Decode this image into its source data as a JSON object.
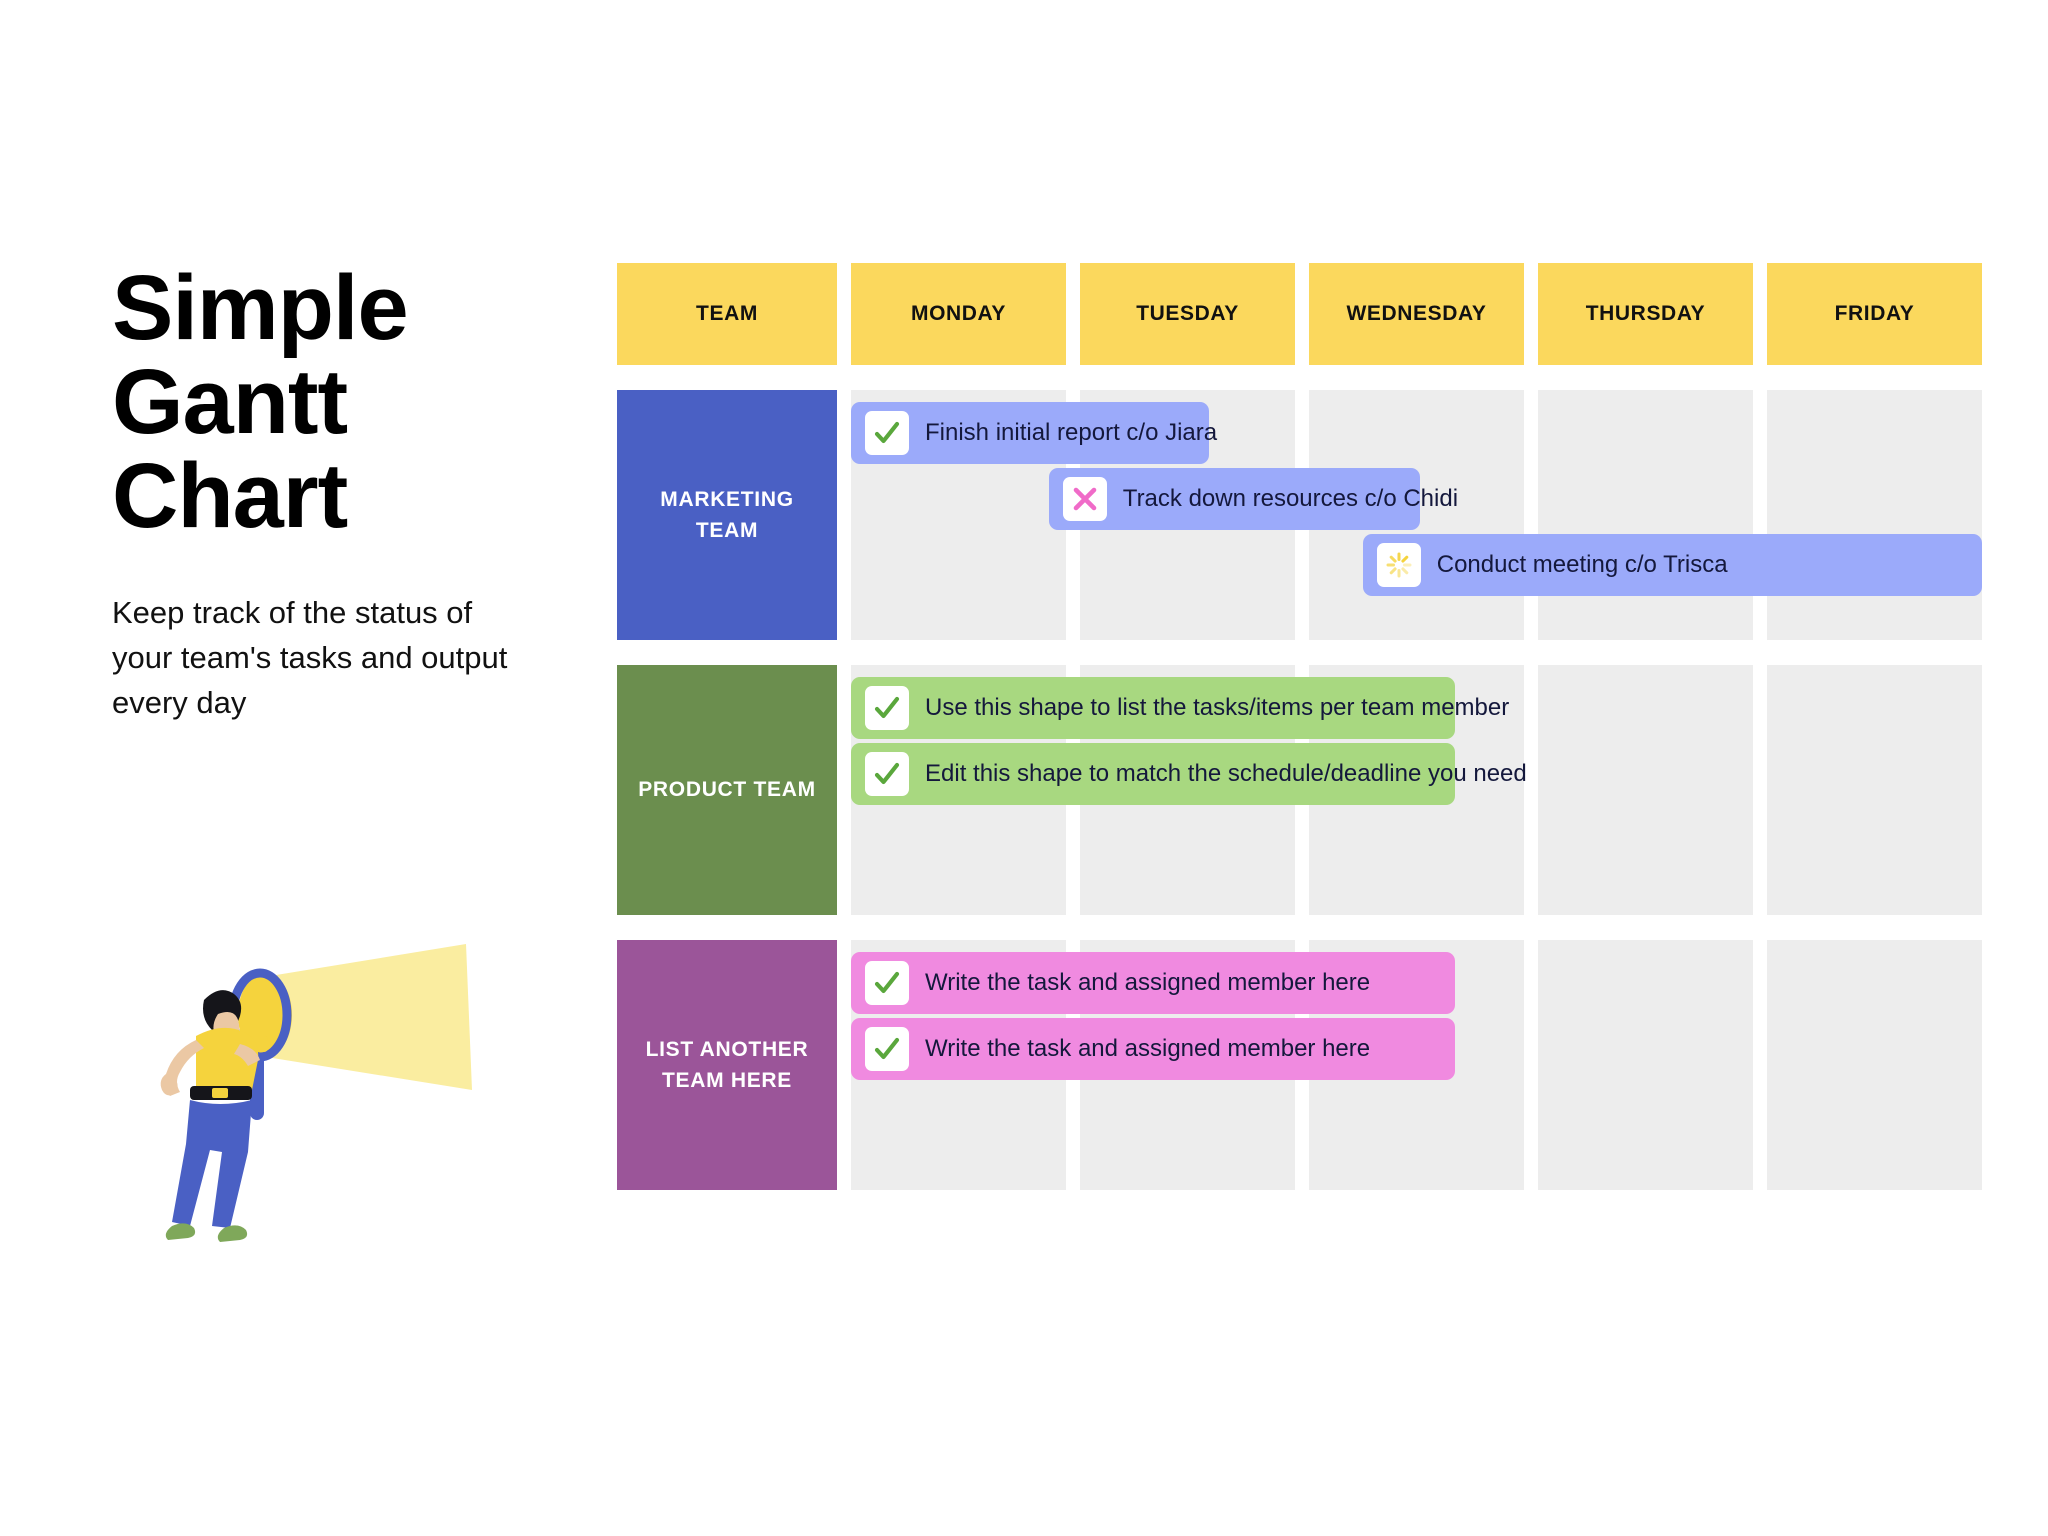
{
  "title": "Simple Gantt Chart",
  "subtitle": "Keep track of the status of your team's tasks and output every day",
  "illustration": {
    "name": "man-with-magnifying-glass-illustration",
    "shirt_color": "#F5D33D",
    "pants_color": "#4A60C4",
    "shoe_color": "#7FA85A",
    "beam_color": "#FAEDA0",
    "lens_color": "#F5D33D",
    "skin_color": "#EBC8A4",
    "hair_color": "#15151A"
  },
  "header": {
    "columns": [
      "TEAM",
      "MONDAY",
      "TUESDAY",
      "WEDNESDAY",
      "THURSDAY",
      "FRIDAY"
    ],
    "bg_color": "#FBD85D",
    "text_color": "#111111"
  },
  "colors": {
    "grid_cell": "#EDEDED",
    "marketing_label": "#4A60C4",
    "marketing_bar": "#9BAAFA",
    "product_label": "#6B8E4E",
    "product_bar": "#A8D880",
    "other_label": "#9B5599",
    "other_bar": "#F08AE0",
    "check_green": "#5AA73C",
    "cross_pink": "#F06BC8",
    "spinner_yellow": "#F5D33D"
  },
  "chart_data": {
    "type": "bar",
    "title": "Simple Gantt Chart",
    "categories": [
      "MONDAY",
      "TUESDAY",
      "WEDNESDAY",
      "THURSDAY",
      "FRIDAY"
    ],
    "xlabel": "",
    "ylabel": "",
    "rows": [
      {
        "team": "MARKETING TEAM",
        "label_color": "#4A60C4",
        "bar_color": "#9BAAFA",
        "tasks": [
          {
            "label": "Finish initial report c/o Jiara",
            "status": "done",
            "icon": "check-icon",
            "start_day": "MONDAY",
            "end_day": "TUESDAY",
            "start": 0,
            "span": 1.6,
            "track": 0
          },
          {
            "label": "Track down resources c/o Chidi",
            "status": "blocked",
            "icon": "cross-icon",
            "start_day": "TUESDAY",
            "end_day": "THURSDAY",
            "start": 0.92,
            "span": 1.66,
            "track": 1
          },
          {
            "label": "Conduct meeting c/o Trisca",
            "status": "in-progress",
            "icon": "spinner-icon",
            "start_day": "WEDNESDAY",
            "end_day": "FRIDAY",
            "start": 2.25,
            "span": 2.75,
            "track": 2
          }
        ]
      },
      {
        "team": "PRODUCT TEAM",
        "label_color": "#6B8E4E",
        "bar_color": "#A8D880",
        "tasks": [
          {
            "label": "Use this shape to list the tasks/items per team member",
            "status": "done",
            "icon": "check-icon",
            "start_day": "MONDAY",
            "end_day": "WEDNESDAY",
            "start": 0,
            "span": 2.68,
            "track": 0
          },
          {
            "label": "Edit this shape to match the schedule/deadline you need",
            "status": "done",
            "icon": "check-icon",
            "start_day": "MONDAY",
            "end_day": "WEDNESDAY",
            "start": 0,
            "span": 2.68,
            "track": 1
          }
        ]
      },
      {
        "team": "LIST ANOTHER TEAM HERE",
        "label_color": "#9B5599",
        "bar_color": "#F08AE0",
        "tasks": [
          {
            "label": "Write the task and assigned member here",
            "status": "done",
            "icon": "check-icon",
            "start_day": "MONDAY",
            "end_day": "WEDNESDAY",
            "start": 0,
            "span": 2.68,
            "track": 0
          },
          {
            "label": "Write the task and assigned member here",
            "status": "done",
            "icon": "check-icon",
            "start_day": "MONDAY",
            "end_day": "WEDNESDAY",
            "start": 0,
            "span": 2.68,
            "track": 1
          }
        ]
      }
    ]
  }
}
